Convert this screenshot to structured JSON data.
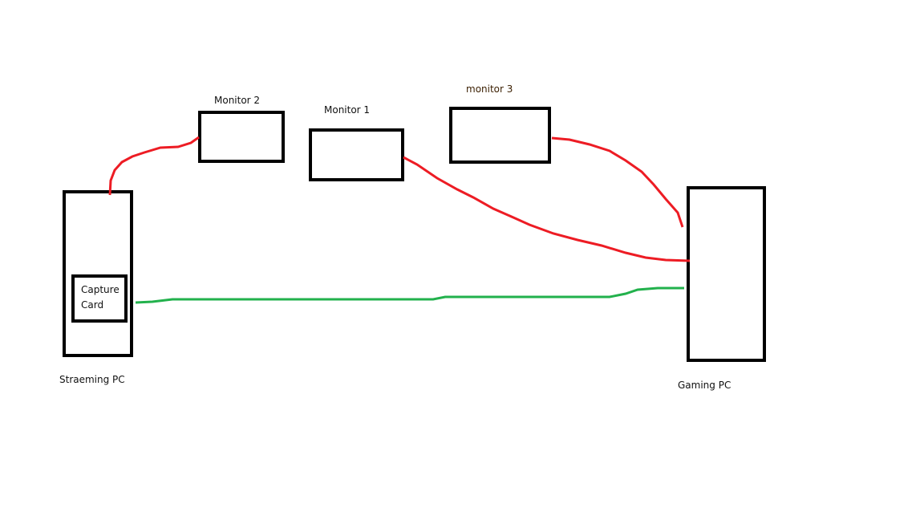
{
  "labels": {
    "monitor2": "Monitor 2",
    "monitor1": "Monitor 1",
    "monitor3": "monitor 3",
    "capture_line1": "Capture",
    "capture_line2": "Card",
    "streaming_pc": "Straeming PC",
    "gaming_pc": "Gaming PC"
  },
  "colors": {
    "box": "#000000",
    "video_cable": "#ed1c24",
    "capture_cable": "#22b14c"
  }
}
